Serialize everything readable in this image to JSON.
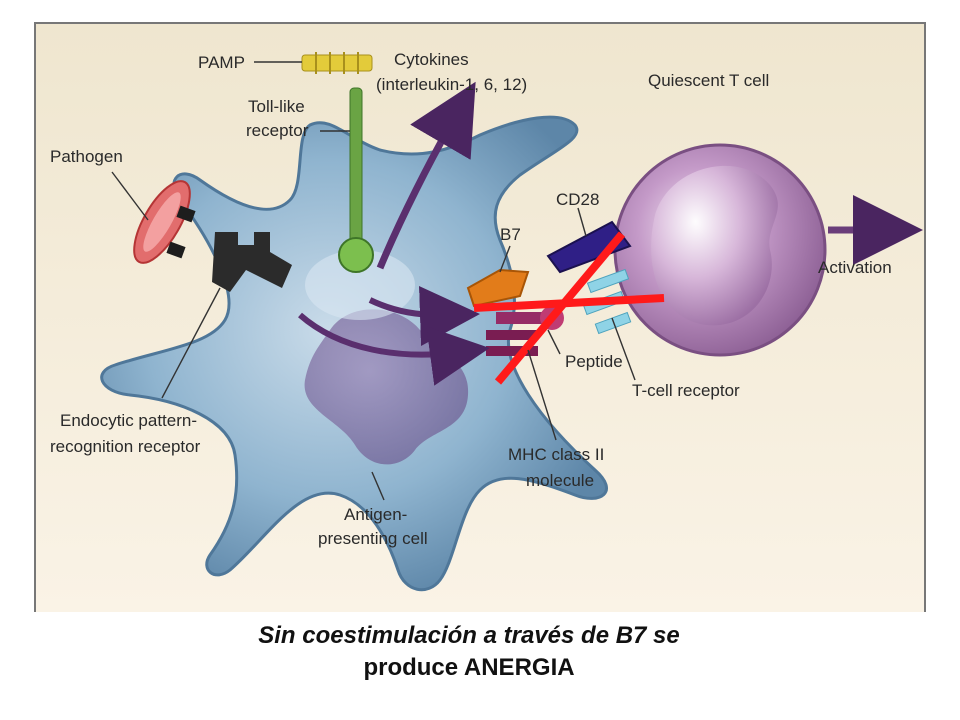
{
  "labels": {
    "pamp": "PAMP",
    "cytokines": "Cytokines",
    "cytokines_detail": "(interleukin-1, 6, 12)",
    "toll_like": "Toll-like",
    "receptor": "receptor",
    "pathogen": "Pathogen",
    "quiescent_t_cell": "Quiescent T cell",
    "cd28": "CD28",
    "b7": "B7",
    "activation": "Activation",
    "peptide": "Peptide",
    "t_cell_receptor": "T-cell receptor",
    "endocytic": "Endocytic pattern-",
    "recognition": "recognition receptor",
    "mhc": "MHC class II",
    "molecule": "molecule",
    "antigen": "Antigen-",
    "presenting": "presenting cell"
  },
  "caption": {
    "line1": "Sin coestimulación a través de B7 se",
    "line2": "produce ANERGIA"
  },
  "colors": {
    "background": "#f4ecd9",
    "apc_cell": "#8fb4cf",
    "t_cell": "#b48ab8",
    "cross": "#ff1a1a",
    "arrow": "#5a2f6e"
  }
}
